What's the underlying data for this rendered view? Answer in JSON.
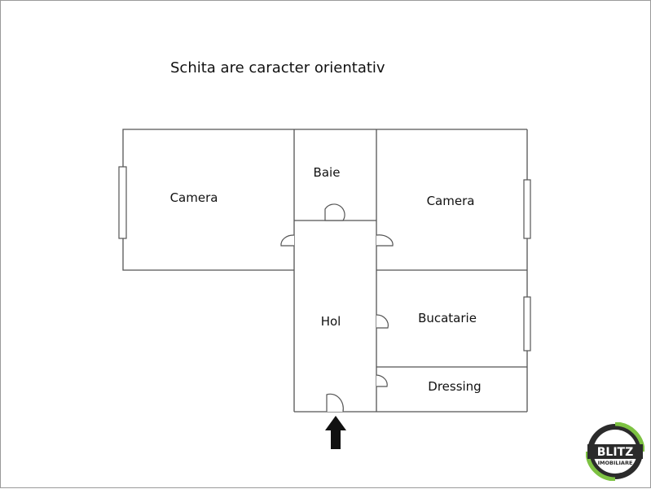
{
  "title": "Schita are caracter orientativ",
  "rooms": {
    "camera_left": "Camera",
    "baie": "Baie",
    "camera_right": "Camera",
    "hol": "Hol",
    "bucatarie": "Bucatarie",
    "dressing": "Dressing"
  },
  "logo": {
    "brand": "BLITZ",
    "subtitle": "IMOBILIARE"
  },
  "colors": {
    "walls": "#555555",
    "arrow": "#111111",
    "logo_ring_green": "#7dc242",
    "logo_dark": "#2b2b2b"
  }
}
